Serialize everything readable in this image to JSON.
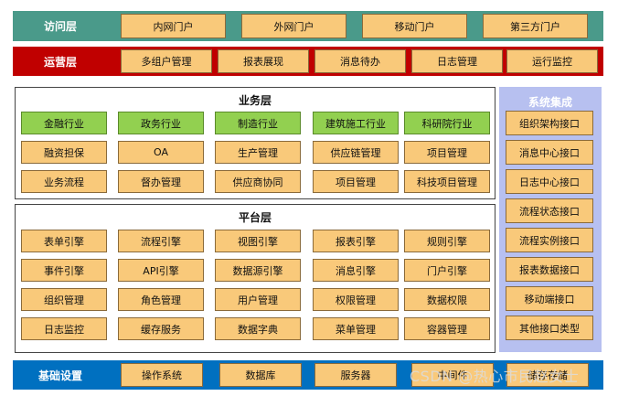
{
  "access_layer": {
    "label": "访问层",
    "items": [
      "内网门户",
      "外网门户",
      "移动门户",
      "第三方门户"
    ]
  },
  "ops_layer": {
    "label": "运营层",
    "items": [
      "多组户管理",
      "报表展现",
      "消息待办",
      "日志管理",
      "运行监控"
    ]
  },
  "business_layer": {
    "title": "业务层",
    "industries": [
      "金融行业",
      "政务行业",
      "制造行业",
      "建筑施工行业",
      "科研院行业"
    ],
    "row2": [
      "融资担保",
      "OA",
      "生产管理",
      "供应链管理",
      "项目管理"
    ],
    "row3": [
      "业务流程",
      "督办管理",
      "供应商协同",
      "项目管理",
      "科技项目管理"
    ]
  },
  "platform_layer": {
    "title": "平台层",
    "row1": [
      "表单引擎",
      "流程引擎",
      "视图引擎",
      "报表引擎",
      "规则引擎"
    ],
    "row2": [
      "事件引擎",
      "API引擎",
      "数据源引擎",
      "消息引擎",
      "门户引擎"
    ],
    "row3": [
      "组织管理",
      "角色管理",
      "用户管理",
      "权限管理",
      "数据权限"
    ],
    "row4": [
      "日志监控",
      "缓存服务",
      "数据字典",
      "菜单管理",
      "容器管理"
    ]
  },
  "system_integration": {
    "title": "系统集成",
    "items": [
      "组织架构接口",
      "消息中心接口",
      "日志中心接口",
      "流程状态接口",
      "流程实例接口",
      "报表数据接口",
      "移动端接口",
      "其他接口类型"
    ]
  },
  "base_layer": {
    "label": "基础设置",
    "items": [
      "操作系统",
      "数据库",
      "服务器",
      "中间件",
      "储存存储"
    ]
  },
  "watermark": "CSDN @热心市民赵女士",
  "colors": {
    "access": "#4a9a8a",
    "ops": "#c00000",
    "base": "#0070c0",
    "cell": "#f9c97a",
    "industry": "#92d050",
    "integration": "#b7c0f0"
  }
}
